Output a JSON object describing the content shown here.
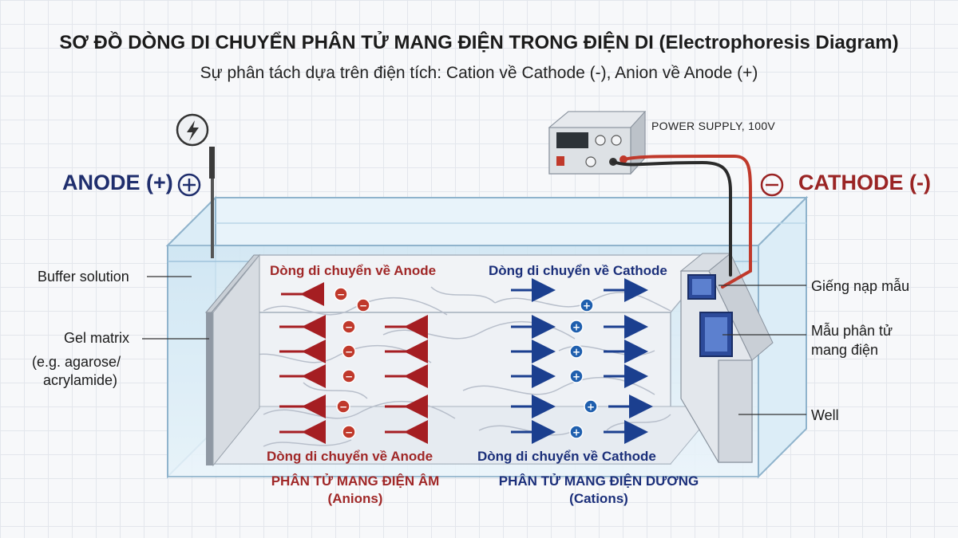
{
  "title": "SƠ ĐỒ DÒNG DI CHUYỂN PHÂN TỬ MANG ĐIỆN TRONG ĐIỆN DI (Electrophoresis Diagram)",
  "subtitle": "Sự phân tách dựa trên điện tích: Cation về Cathode (-), Anion về Anode (+)",
  "power_supply": {
    "label": "POWER SUPPLY, 100V"
  },
  "anode": {
    "label": "ANODE (+)",
    "symbol": "+",
    "color": "#1f2e6d"
  },
  "cathode": {
    "label": "CATHODE (-)",
    "symbol": "−",
    "color": "#9a2424"
  },
  "callouts": {
    "buffer": "Buffer solution",
    "gel_line1": "Gel matrix",
    "gel_line2": "(e.g. agarose/",
    "gel_line3": "acrylamide)",
    "well_loading": "Giếng nạp mẫu",
    "sample_line1": "Mẫu phân tử",
    "sample_line2": "mang điện",
    "well": "Well"
  },
  "flows": {
    "to_anode": "Dòng di chuyển về Anode",
    "to_cathode": "Dòng di chuyển về Cathode"
  },
  "groups": {
    "anions_title": "PHÂN TỬ MANG ĐIỆN ÂM",
    "anions_sub": "(Anions)",
    "cations_title": "PHÂN TỬ MANG ĐIỆN DƯƠNG",
    "cations_sub": "(Cations)"
  },
  "ion_symbols": {
    "anion": "−",
    "cation": "+"
  },
  "colors": {
    "anion": "#c0392b",
    "cation": "#1f5fae",
    "anion_arrow": "#a51e22",
    "cation_arrow": "#1b3f8f"
  }
}
